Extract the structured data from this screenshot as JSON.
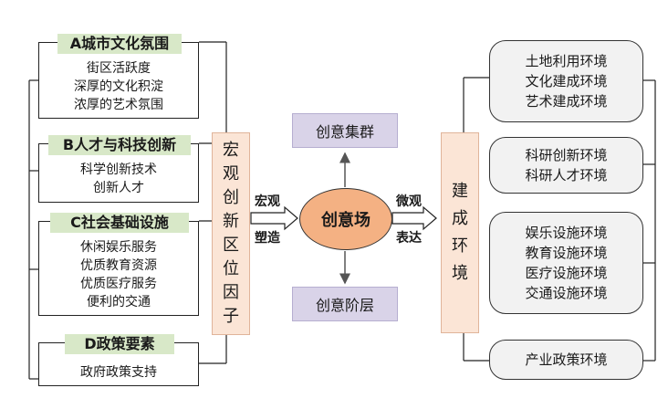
{
  "left_groups": [
    {
      "title": "A城市文化氛围",
      "items": [
        "街区活跃度",
        "深厚的文化积淀",
        "浓厚的艺术氛围"
      ]
    },
    {
      "title": "B人才与科技创新",
      "items": [
        "科学创新技术",
        "创新人才"
      ]
    },
    {
      "title": "C社会基础设施",
      "items": [
        "休闲娱乐服务",
        "优质教育资源",
        "优质医疗服务",
        "便利的交通"
      ]
    },
    {
      "title": "D政策要素",
      "items": [
        "政府政策支持"
      ]
    }
  ],
  "factor_box": [
    "宏",
    "观",
    "创",
    "新",
    "区",
    "位",
    "因",
    "子"
  ],
  "left_arrow_label": [
    "宏观",
    "塑造"
  ],
  "center": {
    "label": "创意场",
    "top": "创意集群",
    "bottom": "创意阶层"
  },
  "right_arrow_label": [
    "微观",
    "表达"
  ],
  "env_box": [
    "建",
    "成",
    "环",
    "境"
  ],
  "right_groups": [
    [
      "土地利用环境",
      "文化建成环境",
      "艺术建成环境"
    ],
    [
      "科研创新环境",
      "科研人才环境"
    ],
    [
      "娱乐设施环境",
      "教育设施环境",
      "医疗设施环境",
      "交通设施环境"
    ],
    [
      "产业政策环境"
    ]
  ],
  "colors": {
    "group_header": "#d8e8c8",
    "factor_box": "#fbe5d6",
    "center_ellipse": "#f4b183",
    "cluster_box": "#d9d3e8",
    "env_group": "#f2f2f2"
  }
}
